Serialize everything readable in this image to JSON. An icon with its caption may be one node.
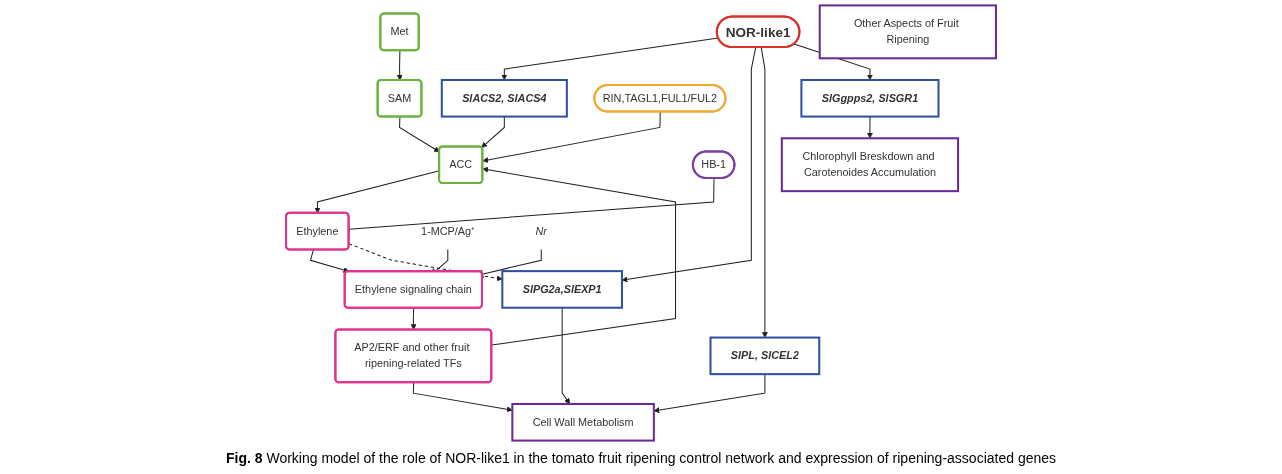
{
  "diagram": {
    "caption": "**Fig. 8** Working model of the role of NOR-like1 in the tomato fruit ripening control network and expression of ripening-associated genes",
    "nodes": [
      {
        "text": [
          "Met"
        ]
      },
      {
        "text": [
          "SAM"
        ]
      },
      {
        "text": [
          "NOR-like1"
        ]
      },
      {
        "text": [
          "SlACS2, SlACS4"
        ]
      },
      {
        "text": [
          "RIN,TAGL1,FUL1/FUL2"
        ]
      },
      {
        "text": [
          "ACC"
        ]
      },
      {
        "text": [
          "HB-1"
        ]
      },
      {
        "text": [
          "Ethylene"
        ]
      },
      {
        "text": [
          "Ethylene signaling chain"
        ]
      },
      {
        "text": [
          "AP2/ERF and other fruit ripening-related TFs"
        ]
      },
      {
        "text": [
          "SlPG2a,SlEXP1"
        ]
      },
      {
        "text": [
          "SlPL, SlCEL2"
        ]
      },
      {
        "text": [
          "SlGgpps2, SlSGR1"
        ]
      },
      {
        "text": [
          "Cell Wall Metabolism"
        ]
      },
      {
        "text": [
          "Chlorophyll Breskdown and Carotenoides Accumulation"
        ]
      },
      {
        "text": [
          "Other Aspects of Fruit Ripening"
        ]
      },
      {
        "text": [
          "1-MCP/Ag⁺"
        ]
      },
      {
        "text": [
          "Nr"
        ]
      }
    ],
    "edges": [
      {
        "from": 0,
        "to": 1,
        "arrow": "to"
      },
      {
        "from": 1,
        "to": 5,
        "arrow": "to"
      },
      {
        "from": 2,
        "to": 3,
        "arrow": "to"
      },
      {
        "from": 3,
        "to": 5,
        "arrow": "to"
      },
      {
        "from": 4,
        "to": 5,
        "arrow": "to"
      },
      {
        "from": 9,
        "to": 5,
        "arrow": "to"
      },
      {
        "from": 5,
        "to": 7,
        "arrow": "to"
      },
      {
        "from": 6,
        "to": 7,
        "arrow": "other"
      },
      {
        "from": 7,
        "to": 8,
        "arrow": "to"
      },
      {
        "from": 16,
        "to": 8,
        "arrow": "other"
      },
      {
        "from": 17,
        "to": 8,
        "arrow": "other"
      },
      {
        "from": 8,
        "to": 9,
        "arrow": "to"
      },
      {
        "from": 7,
        "to": 10,
        "arrow": "to",
        "style": "dashed"
      },
      {
        "from": 2,
        "to": 10,
        "arrow": "to"
      },
      {
        "from": 2,
        "to": 11,
        "arrow": "to"
      },
      {
        "from": 2,
        "to": 12,
        "arrow": "to"
      },
      {
        "from": 10,
        "to": 13,
        "arrow": "to"
      },
      {
        "from": 11,
        "to": 13,
        "arrow": "to"
      },
      {
        "from": 12,
        "to": 14,
        "arrow": "to"
      },
      {
        "from": 9,
        "to": 13,
        "arrow": "to"
      }
    ]
  }
}
